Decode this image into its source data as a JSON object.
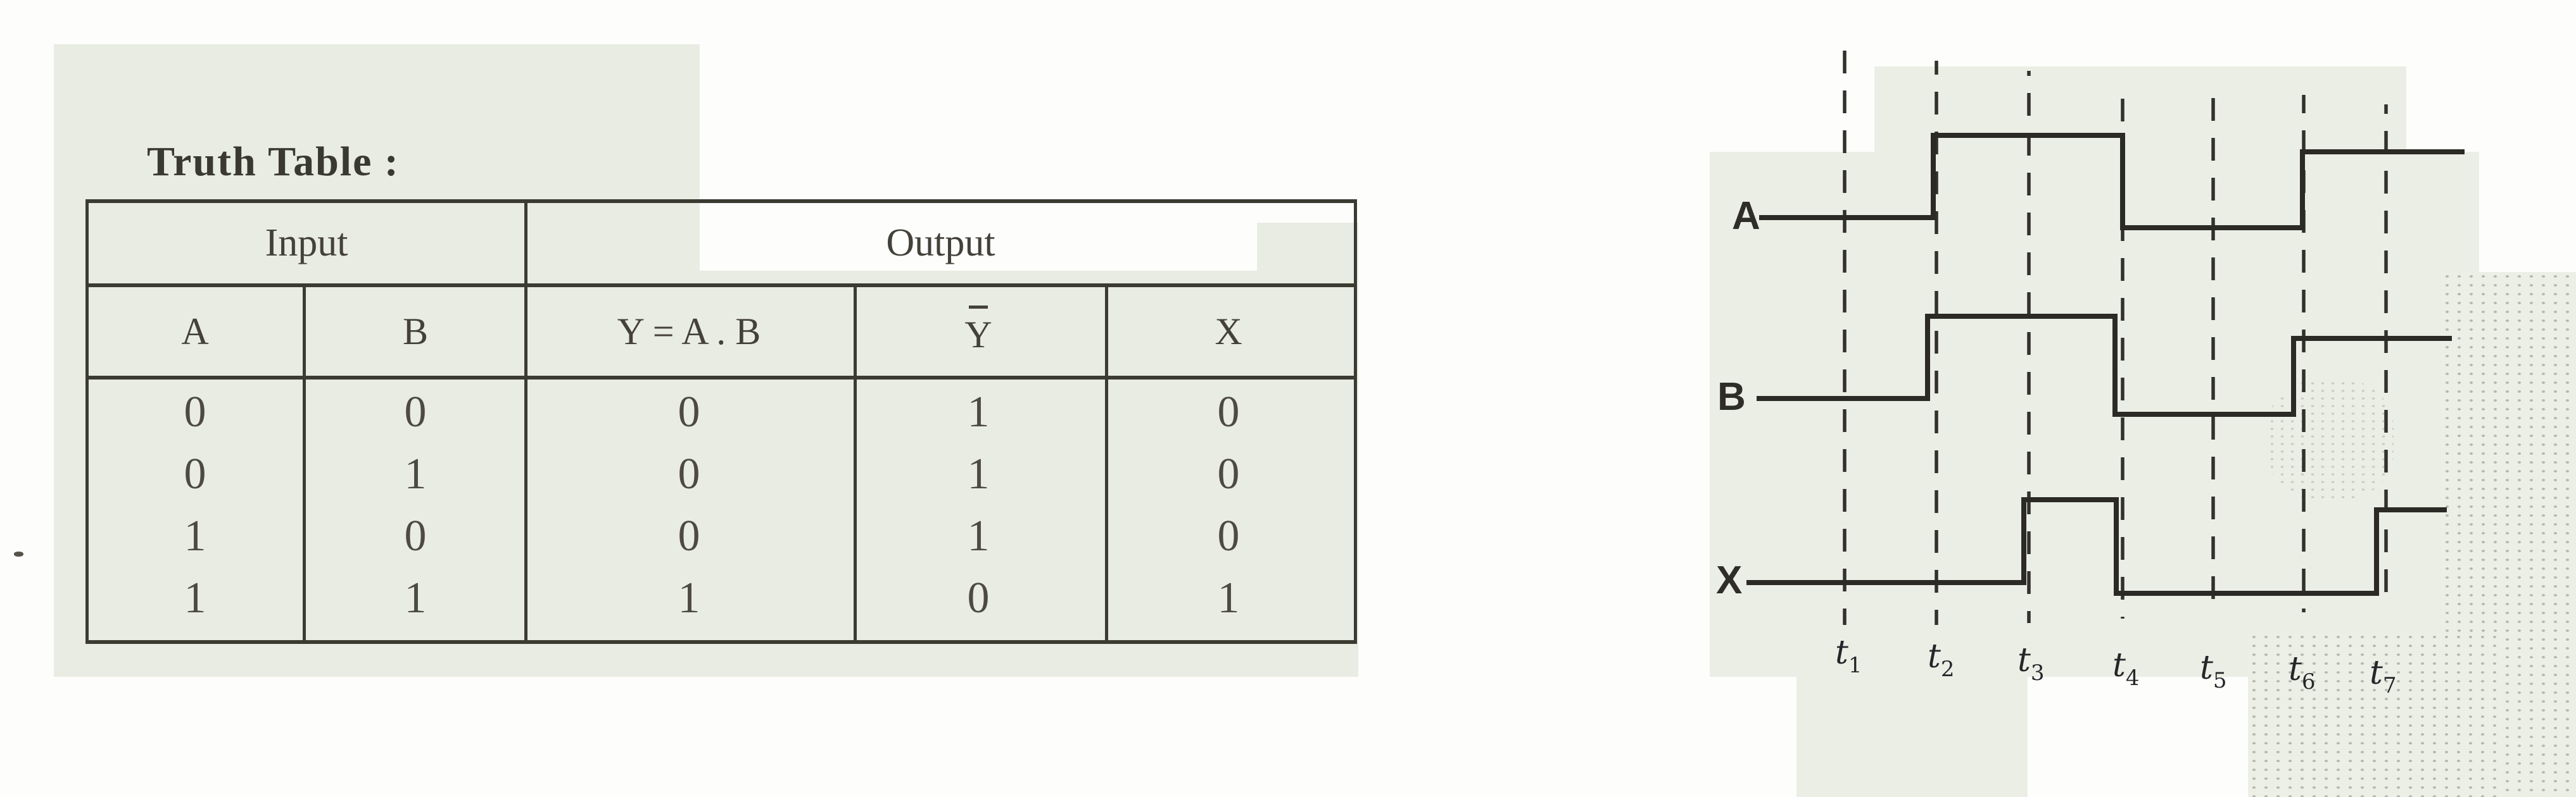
{
  "page": {
    "background": "#fdfdfb",
    "paper_tint": "#e9ece2",
    "ink": "#2e2d28"
  },
  "truth_table": {
    "title": "Truth Table :",
    "header_groups": [
      {
        "label": "Input"
      },
      {
        "label": "Output"
      }
    ],
    "columns": [
      {
        "label": "A",
        "overline": false
      },
      {
        "label": "B",
        "overline": false
      },
      {
        "label": "Y = A . B",
        "overline": false
      },
      {
        "label": "Y",
        "overline": true
      },
      {
        "label": "X",
        "overline": false
      }
    ],
    "rows": [
      [
        "0",
        "0",
        "0",
        "1",
        "0"
      ],
      [
        "0",
        "1",
        "0",
        "1",
        "0"
      ],
      [
        "1",
        "0",
        "0",
        "1",
        "0"
      ],
      [
        "1",
        "1",
        "1",
        "0",
        "1"
      ]
    ]
  },
  "timing_diagram": {
    "signals": [
      {
        "label": "A",
        "states": [
          0,
          1,
          0,
          1
        ],
        "transitions": [
          "t2",
          "t4",
          "t6"
        ]
      },
      {
        "label": "B",
        "states": [
          0,
          1,
          0,
          1
        ],
        "transitions": [
          "t2",
          "t4",
          "t6"
        ]
      },
      {
        "label": "X",
        "states": [
          0,
          1,
          0,
          1
        ],
        "transitions": [
          "t3",
          "t4",
          "t7"
        ]
      }
    ],
    "time_markers": [
      {
        "base": "t",
        "sub": "1"
      },
      {
        "base": "t",
        "sub": "2"
      },
      {
        "base": "t",
        "sub": "3"
      },
      {
        "base": "t",
        "sub": "4"
      },
      {
        "base": "t",
        "sub": "5"
      },
      {
        "base": "t",
        "sub": "6"
      },
      {
        "base": "t",
        "sub": "7"
      }
    ]
  }
}
